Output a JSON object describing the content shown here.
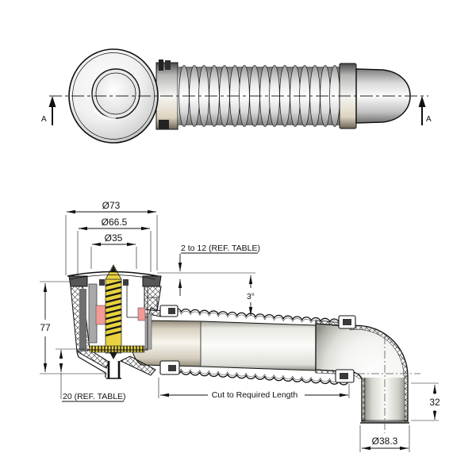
{
  "top_view": {
    "section_label_left": "A",
    "section_label_right": "A"
  },
  "section_view": {
    "dims": {
      "dia_73": "Ø73",
      "dia_66_5": "Ø66.5",
      "dia_35": "Ø35",
      "plate_thickness": "2 to 12 (REF. TABLE)",
      "slope_angle": "3°",
      "overall_height": "77",
      "spigot_depth": "20 (REF. TABLE)",
      "cut_length": "Cut to Required Length",
      "tail_length": "32",
      "outlet_dia": "Ø38.3"
    },
    "colors": {
      "plunger_yellow": "#e8d23f",
      "seal_pink": "#f29a96",
      "guide_gray": "#a9a9a9",
      "flange_dark": "#575757",
      "liner_dark": "#6e6e6e",
      "pipe_beige": "#efeade"
    }
  }
}
